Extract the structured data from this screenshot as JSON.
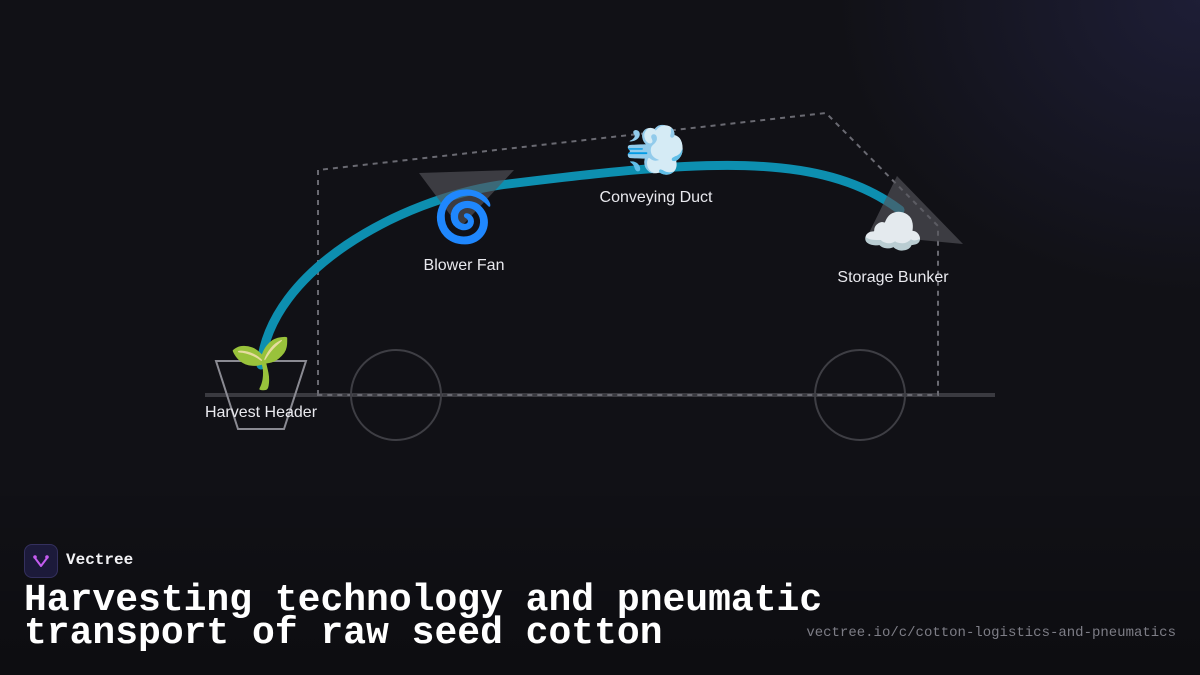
{
  "diagram": {
    "nodes": [
      {
        "id": "harvest",
        "label": "Harvest Header",
        "icon": "🌱",
        "icon_name": "seedling-icon"
      },
      {
        "id": "fan",
        "label": "Blower Fan",
        "icon": "🌀",
        "icon_name": "cyclone-icon"
      },
      {
        "id": "duct",
        "label": "Conveying Duct",
        "icon": "💨",
        "icon_name": "dash-wind-icon"
      },
      {
        "id": "bunker",
        "label": "Storage Bunker",
        "icon": "☁️",
        "icon_name": "cloud-icon"
      }
    ],
    "colors": {
      "flow": "#0d8fb0",
      "outline": "#6a6a72",
      "ground": "#3a3a40",
      "wheel": "#3e3e44"
    }
  },
  "brand": {
    "name": "Vectree",
    "logo_color": "#c45cf0"
  },
  "title": "Harvesting technology and pneumatic transport of raw seed cotton",
  "url": "vectree.io/c/cotton-logistics-and-pneumatics"
}
